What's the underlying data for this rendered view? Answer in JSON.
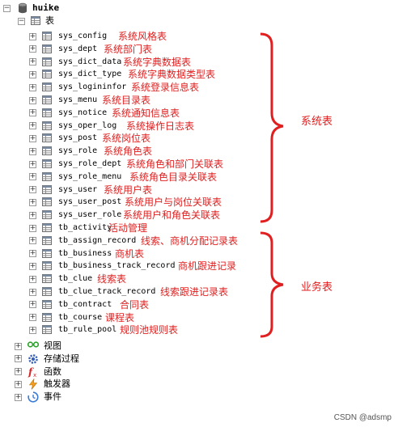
{
  "database": {
    "name": "huike"
  },
  "tables_folder": {
    "label": "表"
  },
  "tables": [
    {
      "name": "sys_config",
      "note": "系统风格表"
    },
    {
      "name": "sys_dept",
      "note": "系统部门表"
    },
    {
      "name": "sys_dict_data",
      "note": "系统字典数据表"
    },
    {
      "name": "sys_dict_type",
      "note": "系统字典数据类型表"
    },
    {
      "name": "sys_logininfor",
      "note": "系统登录信息表"
    },
    {
      "name": "sys_menu",
      "note": "系统目录表"
    },
    {
      "name": "sys_notice",
      "note": "系统通知信息表"
    },
    {
      "name": "sys_oper_log",
      "note": "系统操作日志表"
    },
    {
      "name": "sys_post",
      "note": "系统岗位表"
    },
    {
      "name": "sys_role",
      "note": "系统角色表"
    },
    {
      "name": "sys_role_dept",
      "note": "系统角色和部门关联表"
    },
    {
      "name": "sys_role_menu",
      "note": "系统角色目录关联表"
    },
    {
      "name": "sys_user",
      "note": "系统用户表"
    },
    {
      "name": "sys_user_post",
      "note": "系统用户与岗位关联表"
    },
    {
      "name": "sys_user_role",
      "note": "系统用户和角色关联表"
    },
    {
      "name": "tb_activity",
      "note": "活动管理"
    },
    {
      "name": "tb_assign_record",
      "note": "线索、商机分配记录表"
    },
    {
      "name": "tb_business",
      "note": "商机表"
    },
    {
      "name": "tb_business_track_record",
      "note": "商机跟进记录"
    },
    {
      "name": "tb_clue",
      "note": "线索表"
    },
    {
      "name": "tb_clue_track_record",
      "note": "线索跟进记录表"
    },
    {
      "name": "tb_contract",
      "note": "合同表"
    },
    {
      "name": "tb_course",
      "note": "课程表"
    },
    {
      "name": "tb_rule_pool",
      "note": "规则池规则表"
    }
  ],
  "other_nodes": [
    {
      "label": "视图",
      "icon": "view-icon",
      "color": "#2aa02a"
    },
    {
      "label": "存储过程",
      "icon": "gear-icon",
      "color": "#3a62b8"
    },
    {
      "label": "函数",
      "icon": "function-icon",
      "color": "#d12a2a"
    },
    {
      "label": "触发器",
      "icon": "lightning-icon",
      "color": "#f0a020"
    },
    {
      "label": "事件",
      "icon": "clock-icon",
      "color": "#3a7ad6"
    }
  ],
  "groups": [
    {
      "label": "系统表"
    },
    {
      "label": "业务表"
    }
  ],
  "watermark": "CSDN @adsmp"
}
